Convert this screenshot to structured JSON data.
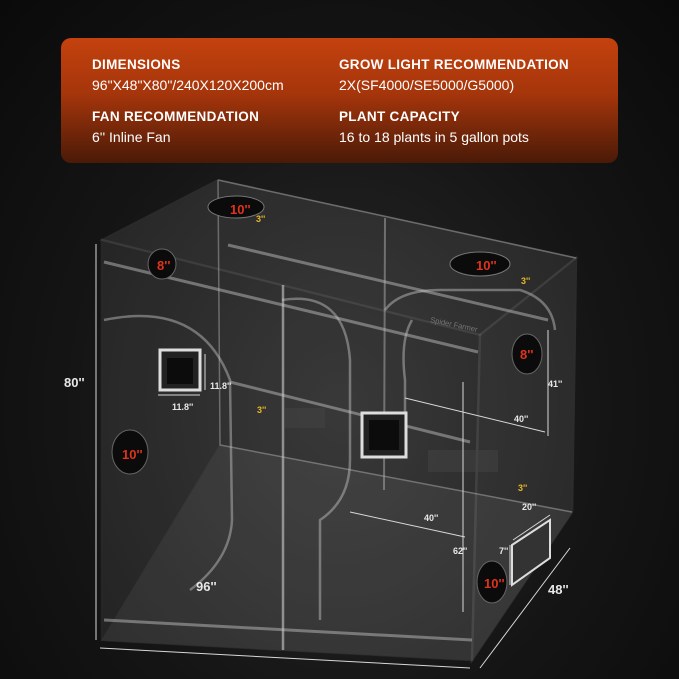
{
  "specs": {
    "dimensions": {
      "title": "DIMENSIONS",
      "value": "96\"X48\"X80\"/240X120X200cm"
    },
    "fan": {
      "title": "FAN RECOMMENDATION",
      "value": "6'' Inline Fan"
    },
    "grow_light": {
      "title": "GROW LIGHT RECOMMENDATION",
      "value": "2X(SF4000/SE5000/G5000)"
    },
    "capacity": {
      "title": "PLANT CAPACITY",
      "value": "16 to 18 plants in 5 gallon pots"
    }
  },
  "brand": "Spider Farmer",
  "measurements": {
    "height": "80''",
    "width": "96''",
    "depth": "48''",
    "window_w": "11.8''",
    "window_h": "11.8''",
    "side_w": "40''",
    "side_h": "41''",
    "door_w": "40''",
    "door_h": "62''",
    "small_w": "20''",
    "small_h": "7''"
  },
  "ports": {
    "top_left": "10''",
    "top_right": "10''",
    "left_upper": "8''",
    "left_lower": "10''",
    "right_upper": "8''",
    "right_lower": "10''",
    "vent_a": "3''",
    "vent_b": "3''",
    "vent_c": "3''",
    "vent_d": "3''"
  },
  "colors": {
    "accent": "#c4420e",
    "port_label": "#e0331c",
    "vent_label": "#e9b825"
  }
}
